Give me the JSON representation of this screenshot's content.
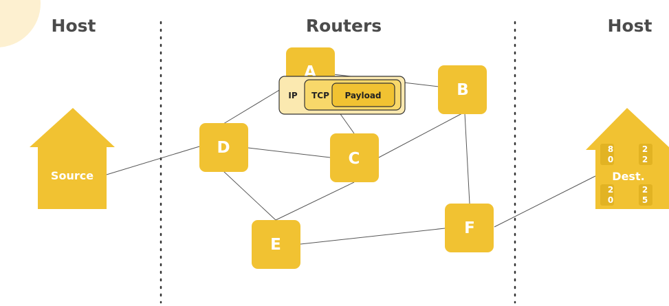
{
  "headings": {
    "left": "Host",
    "center": "Routers",
    "right": "Host"
  },
  "routers": {
    "a": "A",
    "b": "B",
    "c": "C",
    "d": "D",
    "e": "E",
    "f": "F"
  },
  "source": {
    "label": "Source"
  },
  "destination": {
    "label": "Dest.",
    "windows": [
      {
        "top": "8",
        "bottom": "0"
      },
      {
        "top": "2",
        "bottom": "2"
      },
      {
        "top": "2",
        "bottom": "0"
      },
      {
        "top": "2",
        "bottom": "5"
      }
    ]
  },
  "packet": {
    "ip": "IP",
    "tcp": "TCP",
    "payload": "Payload"
  },
  "colors": {
    "node": "#f1c232",
    "node_dark": "#e2b323",
    "accent_circle": "#fdf0d0",
    "packet_outer": "#fbe9b0",
    "packet_mid": "#f8d86a",
    "heading": "#4b4b4b",
    "link": "#555555"
  }
}
